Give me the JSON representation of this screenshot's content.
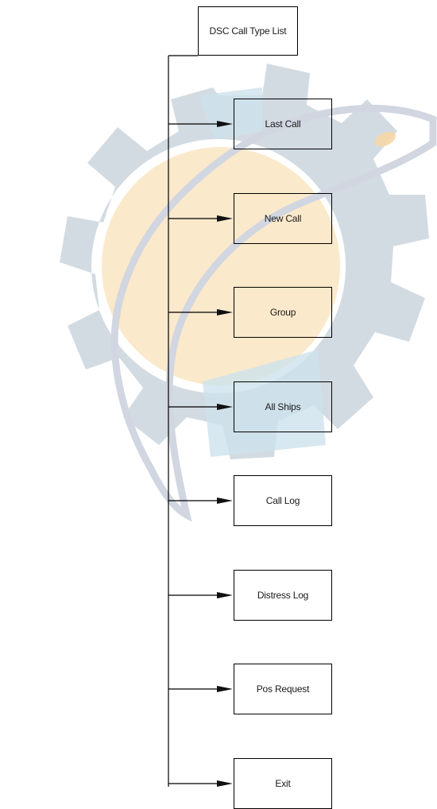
{
  "diagram": {
    "title": "DSC Call Type List",
    "items": [
      {
        "label": "Last Call"
      },
      {
        "label": "New Call"
      },
      {
        "label": "Group"
      },
      {
        "label": "All Ships"
      },
      {
        "label": "Call Log"
      },
      {
        "label": "Distress Log"
      },
      {
        "label": "Pos Request"
      },
      {
        "label": "Exit"
      }
    ]
  },
  "colors": {
    "line": "#000000",
    "watermark_gray": "#c9d2dc",
    "watermark_blue": "#c5dde8",
    "watermark_orange": "#f8d7a6"
  }
}
